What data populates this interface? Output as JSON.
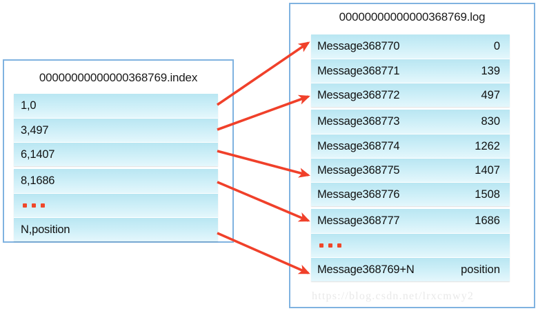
{
  "diagram": {
    "arrow_color": "#f0402a",
    "panel_border_color": "#7fb2e0",
    "row_fill_color": "#bfe9f4"
  },
  "index_panel": {
    "title": "00000000000000368769.index",
    "rows": [
      {
        "label": "1,0"
      },
      {
        "label": "3,497"
      },
      {
        "label": "6,1407"
      },
      {
        "label": "8,1686"
      },
      {
        "label": "..."
      },
      {
        "label": "N,position"
      }
    ]
  },
  "log_panel": {
    "title": "00000000000000368769.log",
    "rows": [
      {
        "message": "Message368770",
        "offset": "0"
      },
      {
        "message": "Message368771",
        "offset": "139"
      },
      {
        "message": "Message368772",
        "offset": "497"
      },
      {
        "message": "Message368773",
        "offset": "830"
      },
      {
        "message": "Message368774",
        "offset": "1262"
      },
      {
        "message": "Message368775",
        "offset": "1407"
      },
      {
        "message": "Message368776",
        "offset": "1508"
      },
      {
        "message": "Message368777",
        "offset": "1686"
      },
      {
        "message": "...",
        "offset": ""
      },
      {
        "message": "Message368769+N",
        "offset": "position"
      }
    ]
  },
  "watermark": {
    "text": "https://blog.csdn.net/lrxcmwy2"
  }
}
